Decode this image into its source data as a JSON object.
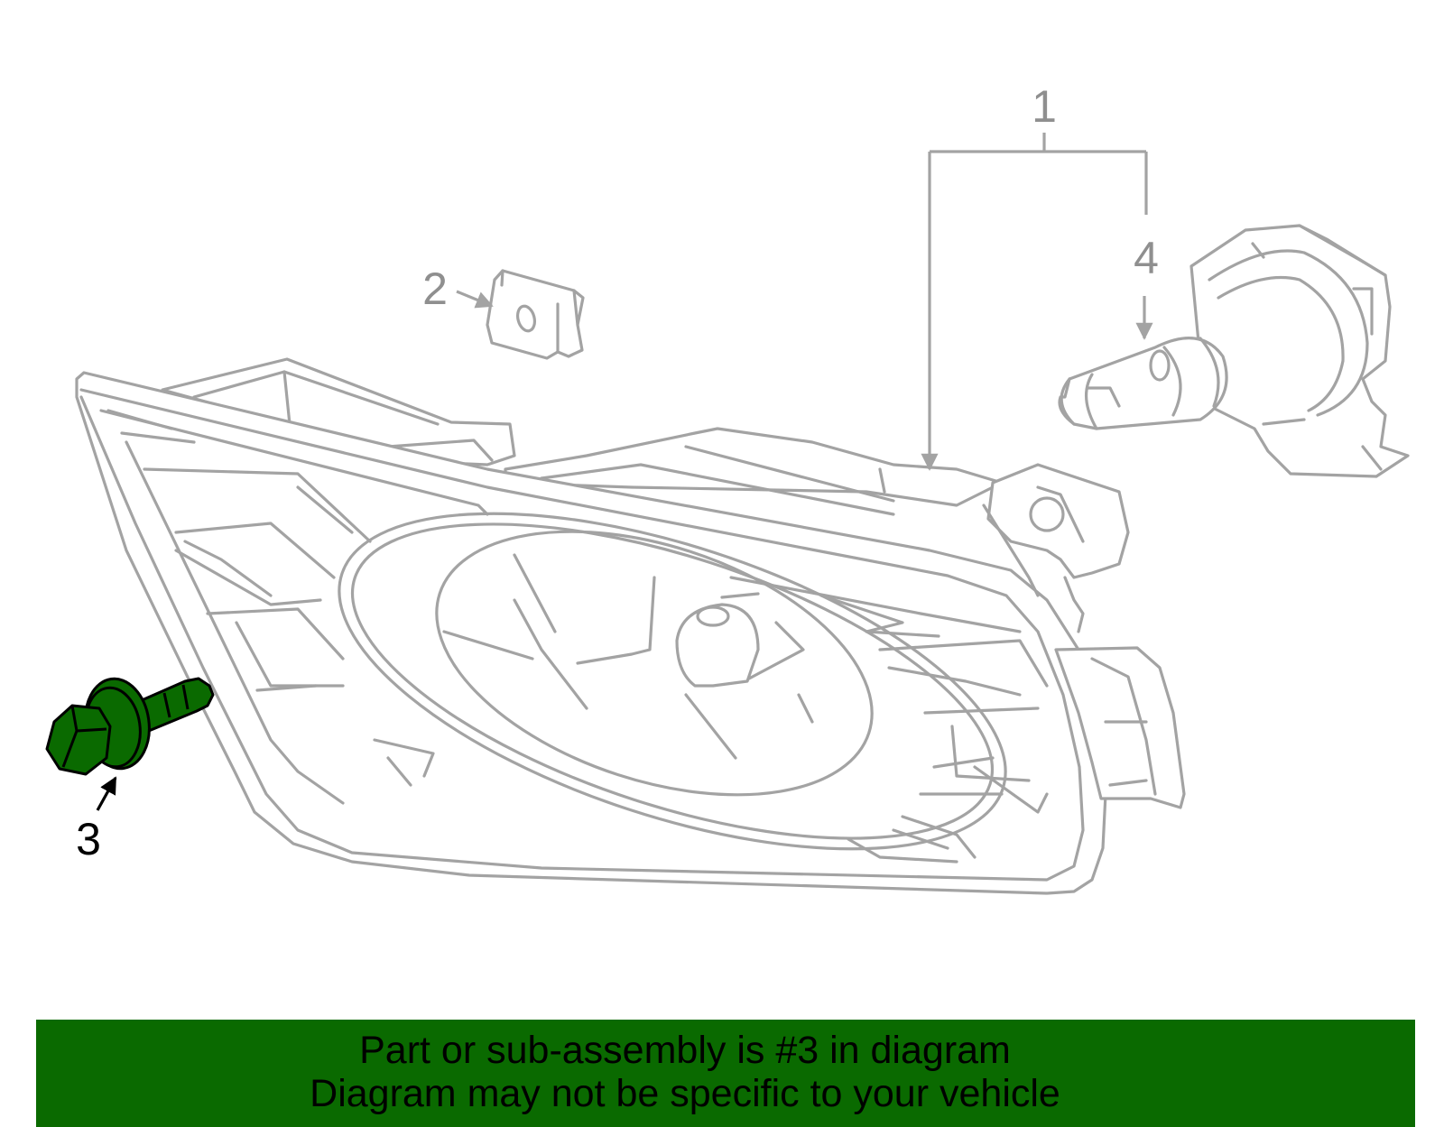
{
  "callouts": {
    "assembly": "1",
    "bracket": "2",
    "bolt": "3",
    "bulb": "4"
  },
  "highlighted_part": "3",
  "colors": {
    "highlight": "#0a6a00",
    "outline": "#a3a3a3",
    "banner": "#0a6a00"
  },
  "banner": {
    "line1": "Part or sub-assembly is #3 in diagram",
    "line2": "Diagram may not be specific to your vehicle"
  }
}
